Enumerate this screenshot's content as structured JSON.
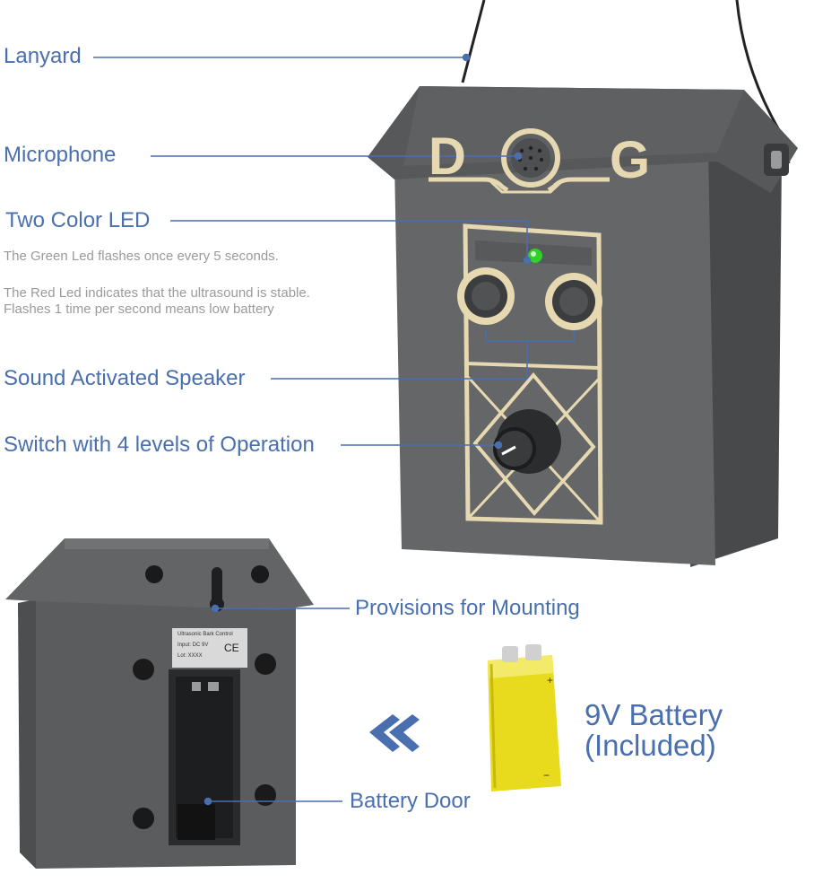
{
  "callouts": {
    "lanyard": "Lanyard",
    "microphone": "Microphone",
    "led": "Two Color LED",
    "led_note_green": "The Green Led flashes once every 5 seconds.",
    "led_note_red_1": "The Red Led indicates that the ultrasound is stable.",
    "led_note_red_2": "Flashes 1 time per second means low battery",
    "speaker": "Sound Activated Speaker",
    "switch": "Switch with 4 levels of Operation",
    "mounting": "Provisions for Mounting",
    "battery_door": "Battery Door"
  },
  "battery": {
    "line1": "9V Battery",
    "line2": "(Included)"
  },
  "device": {
    "logo_left": "D",
    "logo_right": "G",
    "sticker_line1": "Ultrasonic Bark Control",
    "sticker_line2": "Input: DC 9V",
    "sticker_line3": "Lot: XXXX",
    "ce_mark": "CE"
  },
  "colors": {
    "accent": "#4a6fae",
    "device_body": "#5f6163",
    "trim": "#e6d8b0",
    "led_green": "#2fd12a",
    "battery_yellow": "#e8da1c"
  }
}
